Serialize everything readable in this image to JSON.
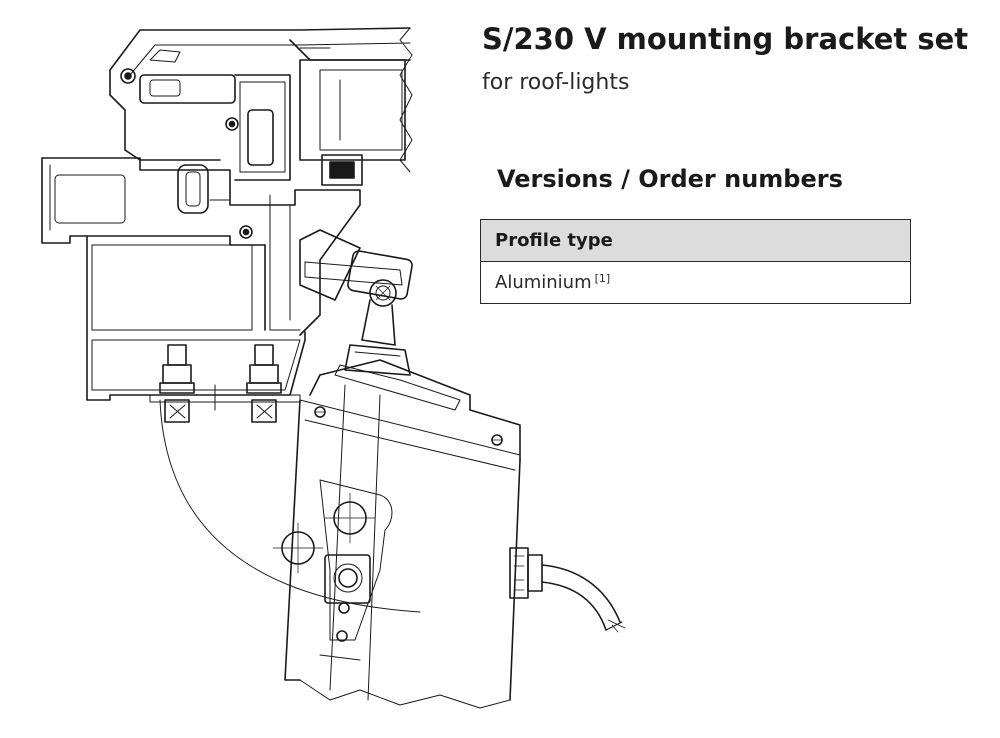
{
  "header": {
    "title": "S/230 V mounting bracket set",
    "subtitle": "for roof-lights"
  },
  "versions": {
    "heading": "Versions / Order numbers",
    "table": {
      "columns": [
        "Profile type"
      ],
      "rows": [
        {
          "cells": [
            "Aluminium"
          ],
          "footnote": "[1]"
        }
      ]
    }
  },
  "drawing": {
    "description_icon": "technical-drawing"
  }
}
